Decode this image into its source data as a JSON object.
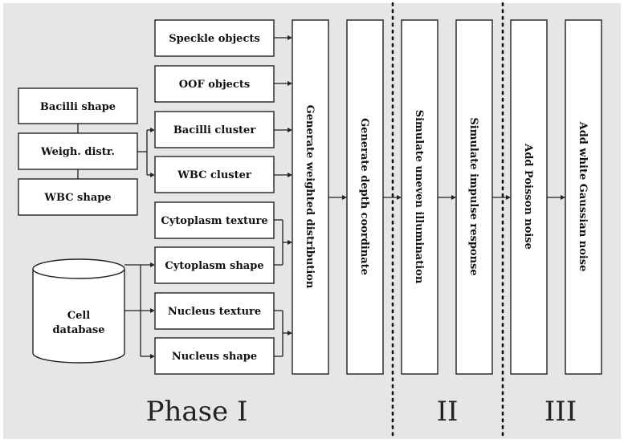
{
  "colors": {
    "background": "#ffffff",
    "phase_fill": "#e6e6e6",
    "box_fill": "#ffffff",
    "stroke": "#222222"
  },
  "inputs": {
    "bacilli_shape": "Bacilli shape",
    "weigh_distr": "Weigh. distr.",
    "wbc_shape": "WBC shape",
    "cell_database_line1": "Cell",
    "cell_database_line2": "database"
  },
  "objects": {
    "speckle_objects": "Speckle objects",
    "oof_objects": "OOF objects",
    "bacilli_cluster": "Bacilli cluster",
    "wbc_cluster": "WBC cluster",
    "cytoplasm_texture": "Cytoplasm texture",
    "cytoplasm_shape": "Cytoplasm shape",
    "nucleus_texture": "Nucleus texture",
    "nucleus_shape": "Nucleus shape"
  },
  "steps": {
    "generate_weighted_distribution": "Generate weighted distribution",
    "generate_depth_coordinate": "Generate depth coordinate",
    "simulate_uneven_illumination": "Simulate uneven illumination",
    "simulate_impulse_response": "Simulate impulse response",
    "add_poisson_noise": "Add Poisson noise",
    "add_white_gaussian_noise": "Add white Gaussian noise"
  },
  "phases": {
    "phase_1": "Phase I",
    "phase_2": "II",
    "phase_3": "III"
  }
}
